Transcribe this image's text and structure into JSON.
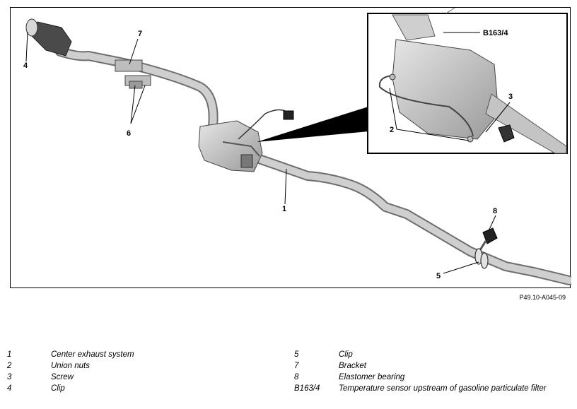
{
  "callouts": {
    "c1": "1",
    "c2": "2",
    "c3": "3",
    "c4": "4",
    "c5": "5",
    "c6": "6",
    "c7": "7",
    "c8": "8",
    "cB": "B163/4"
  },
  "figure_ref": "P49.10-A045-09",
  "legend": [
    {
      "num": "1",
      "text": "Center exhaust system"
    },
    {
      "num": "2",
      "text": "Union nuts"
    },
    {
      "num": "3",
      "text": "Screw"
    },
    {
      "num": "4",
      "text": "Clip"
    },
    {
      "num": "5",
      "text": "Clip"
    },
    {
      "num": "7",
      "text": "Bracket"
    },
    {
      "num": "8",
      "text": "Elastomer bearing"
    },
    {
      "num": "B163/4",
      "text": "Temperature sensor upstream of gasoline particulate filter"
    }
  ]
}
